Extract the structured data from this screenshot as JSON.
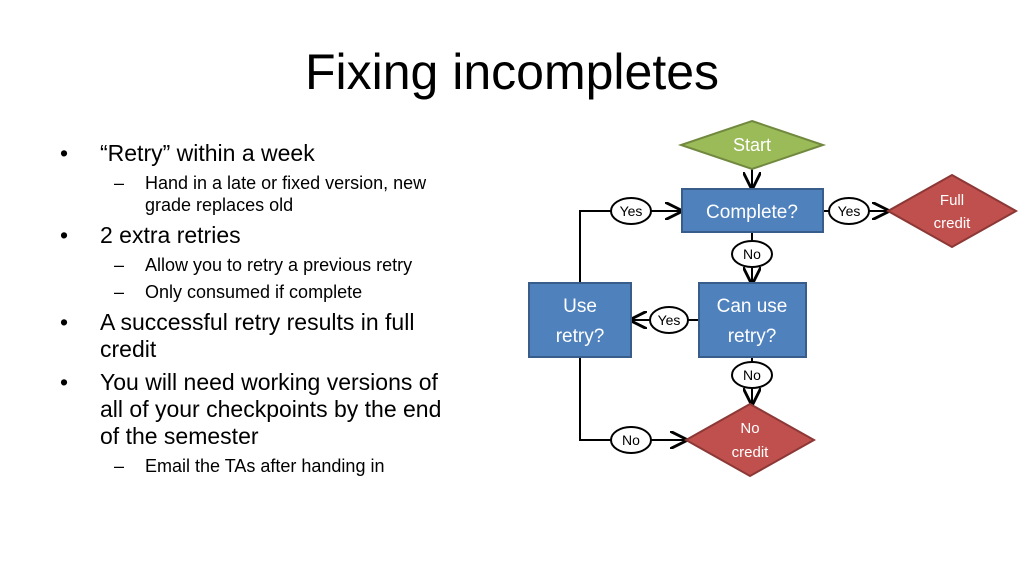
{
  "slide": {
    "title": "Fixing incompletes",
    "bullets": [
      {
        "text": "“Retry” within a week",
        "sub": [
          "Hand in a late or fixed version, new",
          "grade replaces old"
        ]
      },
      {
        "text": "2 extra retries",
        "sub": [
          "Allow you to retry a previous retry",
          "Only consumed if complete"
        ]
      },
      {
        "text": "A successful retry results in full",
        "text2": "credit",
        "sub": []
      },
      {
        "text": "You will need working versions of",
        "text2": "all of your checkpoints by the end",
        "text3": "of the semester",
        "sub": [
          "Email the TAs after handing in"
        ]
      }
    ]
  },
  "flowchart": {
    "start": "Start",
    "complete": "Complete?",
    "can_use_line1": "Can use",
    "can_use_line2": "retry?",
    "use_retry_line1": "Use",
    "use_retry_line2": "retry?",
    "full_credit_line1": "Full",
    "full_credit_line2": "credit",
    "no_credit_line1": "No",
    "no_credit_line2": "credit",
    "label_yes_left": "Yes",
    "label_yes_right": "Yes",
    "label_no_mid": "No",
    "label_yes_mid": "Yes",
    "label_no_low": "No",
    "label_no_bottom": "No"
  },
  "colors": {
    "process_fill": "#4f81bd",
    "process_stroke": "#385d8a",
    "start_fill": "#9bbb59",
    "start_stroke": "#71893f",
    "terminal_fill": "#c0504d",
    "terminal_stroke": "#8c3836"
  }
}
